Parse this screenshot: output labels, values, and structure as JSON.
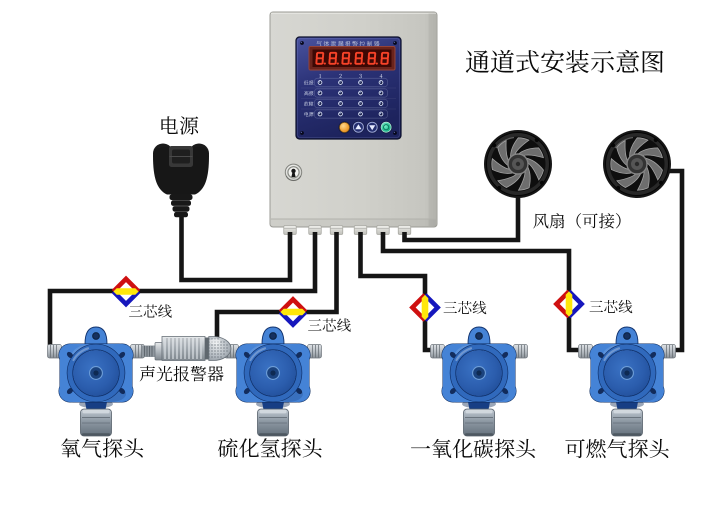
{
  "title": "通道式安装示意图",
  "power": {
    "label": "电源"
  },
  "controller": {
    "name_plate": "气体泄漏报警控制器",
    "display_value": "8.8.8.8.8.8",
    "channel_headers": [
      "1",
      "2",
      "3",
      "4"
    ],
    "status_rows": [
      "低报",
      "高报",
      "故障",
      "电源"
    ],
    "buttons": [
      "mute-button",
      "up-button",
      "down-button",
      "confirm-button"
    ],
    "cable_gland_count": 6
  },
  "fans": {
    "label": "风扇（可接）",
    "count": 2
  },
  "wire_tags": [
    "三芯线",
    "三芯线",
    "三芯线",
    "三芯线"
  ],
  "alarm": {
    "label": "声光报警器"
  },
  "detectors": [
    {
      "label": "氧气探头"
    },
    {
      "label": "硫化氢探头"
    },
    {
      "label": "一氧化碳探头"
    },
    {
      "label": "可燃气探头"
    }
  ],
  "colors": {
    "background": "#ffffff",
    "cabinet_gray": "#d0d0ca",
    "panel_navy": "#2b3277",
    "display_red": "#ff4a2e",
    "detector_blue": "#2a60b4",
    "wire_black": "#151515",
    "tag_red": "#cf1010",
    "tag_yellow": "#ffe70a",
    "tag_blue": "#1617bd"
  }
}
